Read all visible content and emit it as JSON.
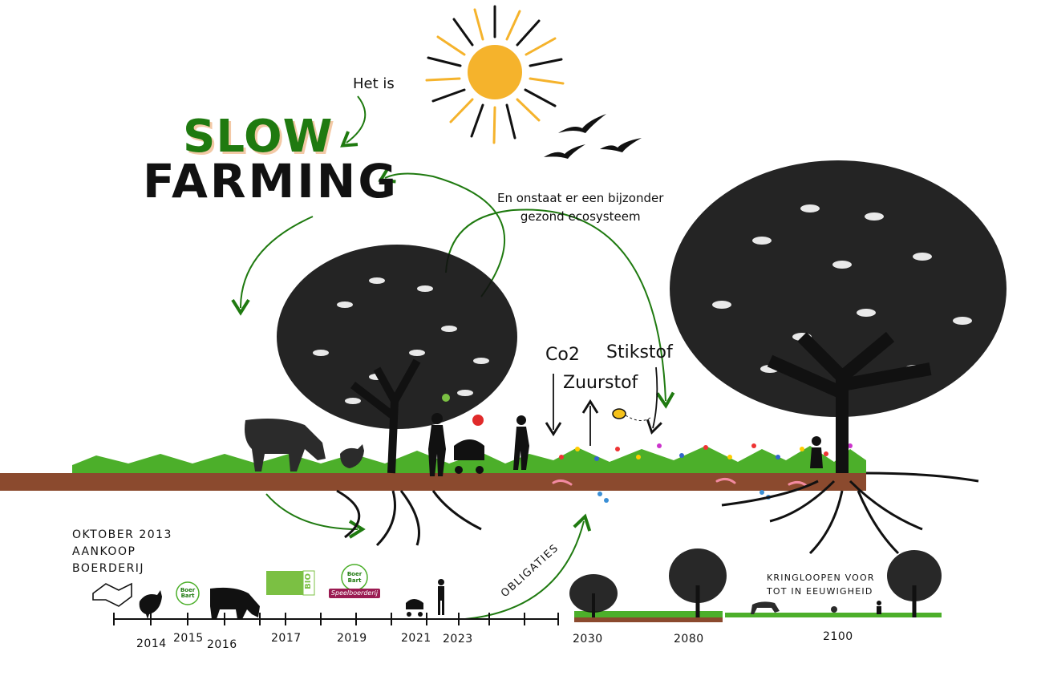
{
  "title": {
    "line1": "SLOW",
    "line2": "FARMING",
    "intro": "Het is"
  },
  "ecosystem_note": {
    "line1": "En onstaat er een bijzonder",
    "line2": "gezond ecosysteem"
  },
  "gases": {
    "co2": "Co2",
    "oxygen": "Zuurstof",
    "nitrogen": "Stikstof"
  },
  "start_note": {
    "line1": "OKTOBER 2013",
    "line2": "AANKOOP",
    "line3": "BOERDERIJ"
  },
  "future_note": {
    "line1": "KRINGLOOPEN VOOR",
    "line2": "TOT IN EEUWIGHEID"
  },
  "bonds_label": "OBLIGATIES",
  "timeline_years": [
    "2014",
    "2015",
    "2016",
    "2017",
    "2019",
    "2021",
    "2023",
    "2030",
    "2080",
    "2100"
  ],
  "logos": {
    "boer_bart": "Boer Bart",
    "bio": "BIO",
    "speelboerderij_top": "Boer Bart",
    "speelboerderij": "Speelboerderij"
  },
  "colors": {
    "green": "#1f7a10",
    "soil": "#8b4a2e",
    "sun": "#f5b32c",
    "grass": "#4caf2a",
    "black": "#111111"
  }
}
